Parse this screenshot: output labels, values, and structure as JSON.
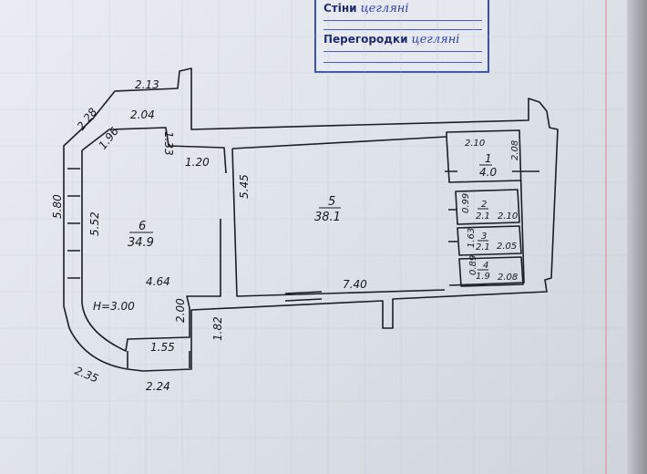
{
  "stamp": {
    "walls_label": "Стіни",
    "walls_value": "цегляні",
    "partitions_label": "Перегородки",
    "partitions_value": "цегляні"
  },
  "rooms": [
    {
      "number": "1",
      "area": "4.0"
    },
    {
      "number": "2",
      "area": "2.1"
    },
    {
      "number": "3",
      "area": "2.1"
    },
    {
      "number": "4",
      "area": "1.9"
    },
    {
      "number": "5",
      "area": "38.1"
    },
    {
      "number": "6",
      "area": "34.9"
    }
  ],
  "ceiling_height": "H=3.00",
  "dimensions": [
    "2.13",
    "2.28",
    "1.96",
    "2.04",
    "1.33",
    "1.20",
    "5.80",
    "5.52",
    "4.64",
    "2.00",
    "1.82",
    "1.55",
    "2.35",
    "2.24",
    "5.45",
    "7.40",
    "2.10",
    "2.08",
    "0.99",
    "2.10",
    "1.63",
    "2.05",
    "0.89",
    "2.08"
  ]
}
